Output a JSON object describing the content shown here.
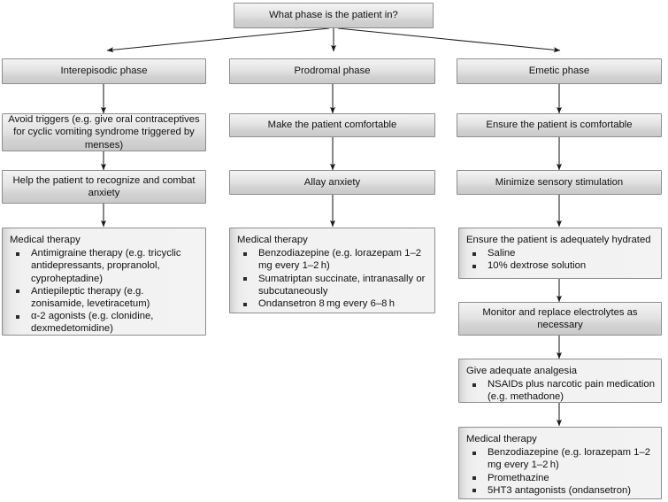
{
  "diagram": {
    "title_box": {
      "text": "What phase is the patient in?"
    },
    "columns": [
      {
        "id": "interepisodic",
        "header": "Interepisodic phase",
        "steps": [
          {
            "type": "centered",
            "text": "Avoid triggers (e.g. give oral contraceptives for cyclic vomiting syndrome triggered by menses)"
          },
          {
            "type": "centered",
            "text": "Help the patient to recognize and combat anxiety"
          },
          {
            "type": "list",
            "heading": "Medical therapy",
            "items": [
              "Antimigraine therapy (e.g. tricyclic antidepressants, propranolol, cyproheptadine)",
              "Antiepileptic therapy (e.g. zonisamide, levetiracetum)",
              "α-2 agonists (e.g. clonidine, dexmedetomidine)"
            ]
          }
        ]
      },
      {
        "id": "prodromal",
        "header": "Prodromal phase",
        "steps": [
          {
            "type": "centered",
            "text": "Make the patient comfortable"
          },
          {
            "type": "centered",
            "text": "Allay anxiety"
          },
          {
            "type": "list",
            "heading": "Medical therapy",
            "items": [
              "Benzodiazepine (e.g. lorazepam 1–2 mg every 1–2 h)",
              "Sumatriptan succinate, intranasally or subcutaneously",
              "Ondansetron 8 mg every 6–8 h"
            ]
          }
        ]
      },
      {
        "id": "emetic",
        "header": "Emetic phase",
        "steps": [
          {
            "type": "centered",
            "text": "Ensure the patient is comfortable"
          },
          {
            "type": "centered",
            "text": "Minimize sensory stimulation"
          },
          {
            "type": "list",
            "heading": "Ensure the patient is adequately hydrated",
            "items": [
              "Saline",
              "10% dextrose solution"
            ]
          },
          {
            "type": "centered",
            "text": "Monitor and replace electrolytes as necessary"
          },
          {
            "type": "list",
            "heading": "Give adequate analgesia",
            "items": [
              "NSAIDs plus narcotic pain medication (e.g. methadone)"
            ]
          },
          {
            "type": "list",
            "heading": "Medical therapy",
            "items": [
              "Benzodiazepine (e.g. lorazepam 1–2 mg every 1–2 h)",
              "Promethazine",
              "5HT3 antagonists (ondansetron)"
            ]
          }
        ]
      }
    ],
    "colors": {
      "box_border": "#8d8d8d",
      "box_fill_light": "#f4f4f4",
      "box_fill_dark": "#c9c9c9",
      "list_fill": "#f3f3f3",
      "connector": "#1a1a1a",
      "text": "#101010",
      "background": "#ffffff"
    }
  }
}
